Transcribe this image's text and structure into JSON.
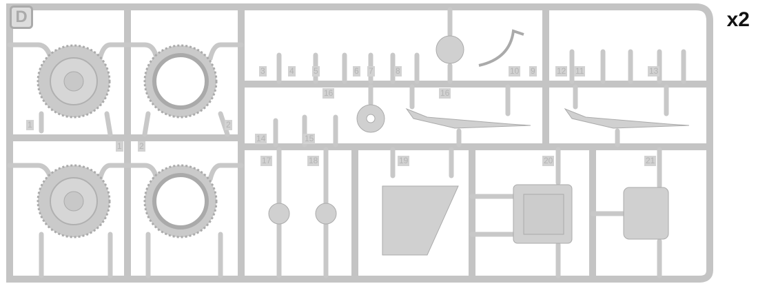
{
  "sprue": {
    "letter": "D",
    "quantity": "x2"
  },
  "part_labels": [
    "1",
    "2",
    "1",
    "2",
    "3",
    "4",
    "5",
    "6",
    "7",
    "8",
    "9",
    "10",
    "11",
    "12",
    "13",
    "14",
    "15",
    "16",
    "16",
    "17",
    "18",
    "19",
    "20",
    "21"
  ],
  "colors": {
    "plastic": "#cfcfcf",
    "shadow": "#a9a9a9",
    "background": "#ffffff"
  }
}
